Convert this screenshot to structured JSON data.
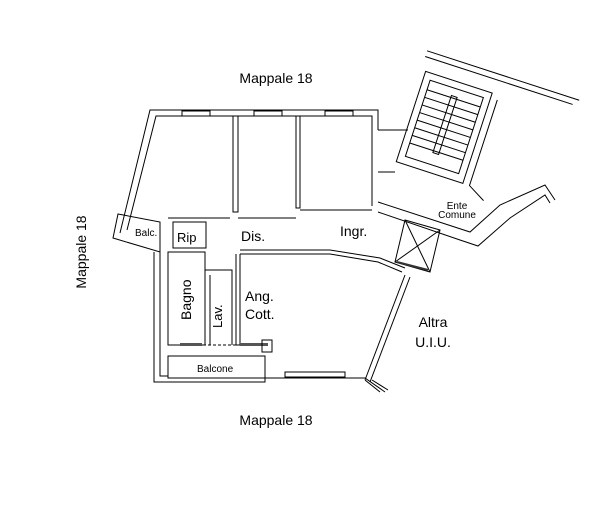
{
  "labels": {
    "top": "Mappale 18",
    "left": "Mappale 18",
    "bottom": "Mappale 18",
    "other_unit_line1": "Altra",
    "other_unit_line2": "U.I.U.",
    "common_line1": "Ente",
    "common_line2": "Comune"
  },
  "rooms": {
    "balc": "Balc.",
    "rip": "Rip",
    "dis": "Dis.",
    "ingr": "Ingr.",
    "bagno": "Bagno",
    "lav": "Lav.",
    "ang_line1": "Ang.",
    "ang_line2": "Cott.",
    "balcone": "Balcone"
  }
}
